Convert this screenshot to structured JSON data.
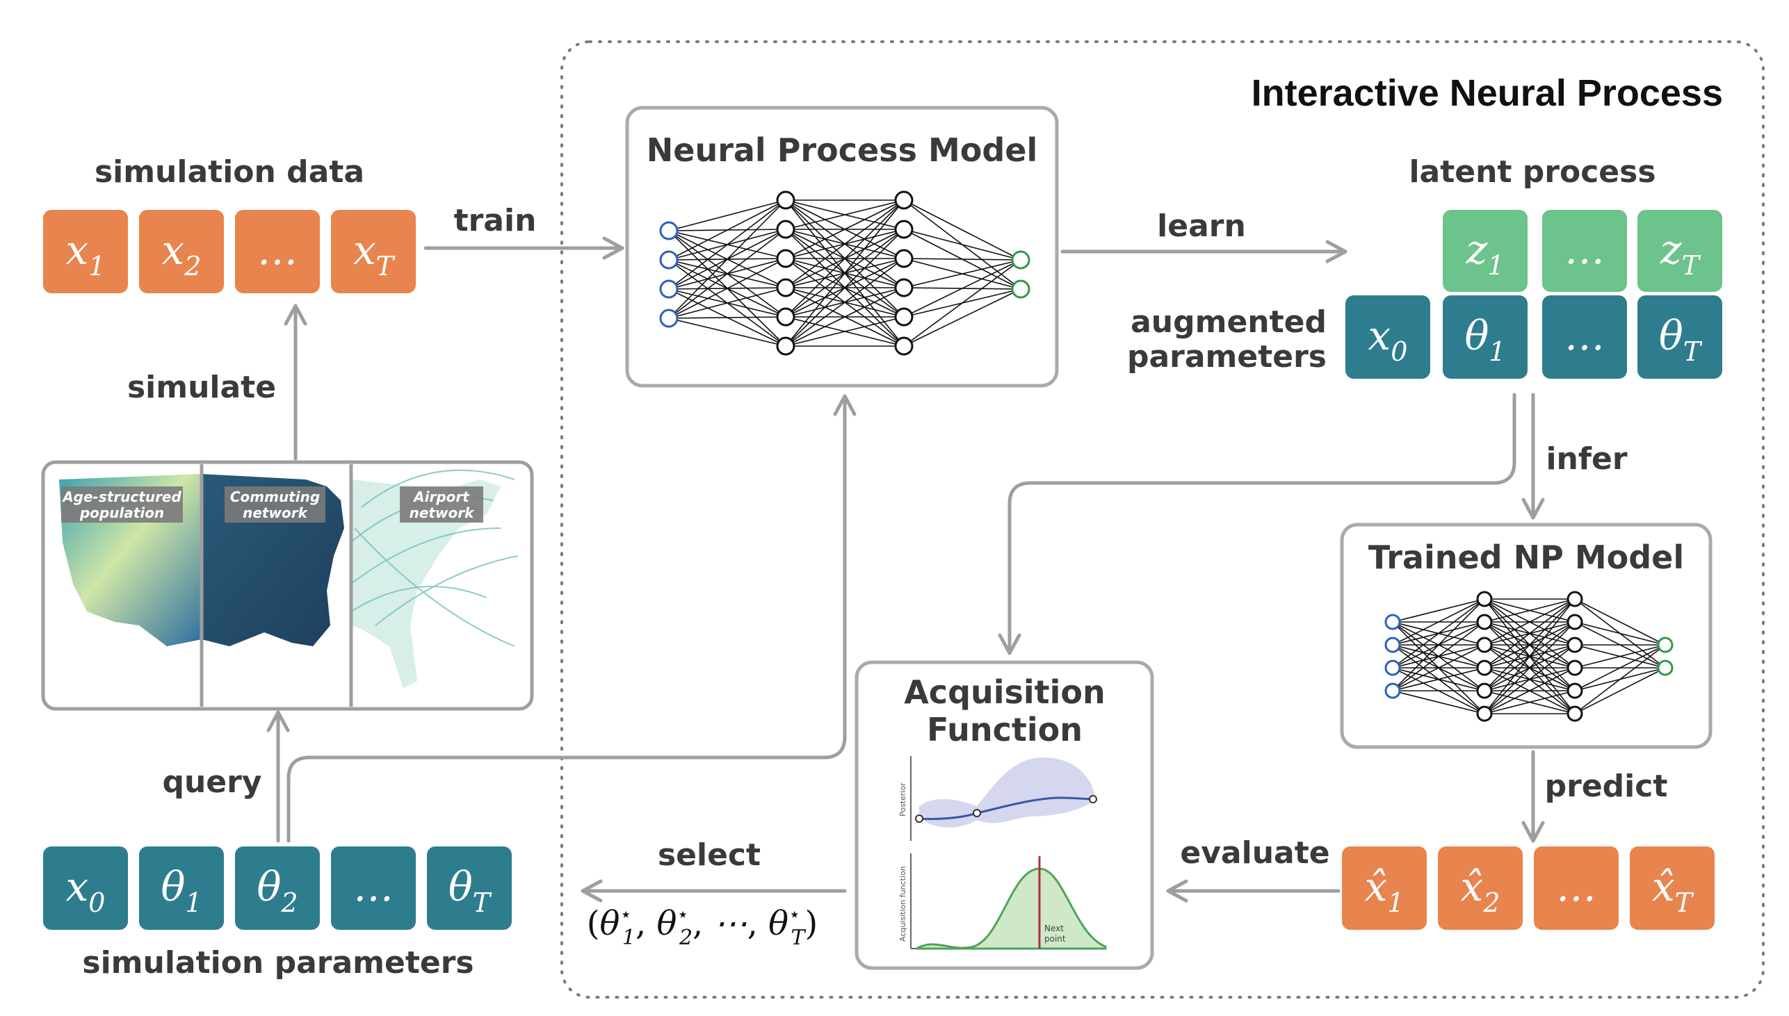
{
  "title": "Interactive Neural Process",
  "colors": {
    "orange": "#E8844D",
    "teal": "#2E7D8F",
    "green": "#6CC38B",
    "border": "#A9A9A9",
    "arrow": "#9E9E9E",
    "text": "#3A3A3A",
    "input_node": "#2B5FBF",
    "output_node": "#2E9A4A"
  },
  "simulation_data": {
    "label": "simulation data",
    "boxes": [
      {
        "base": "x",
        "sub": "1"
      },
      {
        "base": "x",
        "sub": "2"
      },
      {
        "base": "…",
        "sub": ""
      },
      {
        "base": "x",
        "sub": "T"
      }
    ]
  },
  "simulation_parameters": {
    "label": "simulation parameters",
    "boxes": [
      {
        "base": "x",
        "sub": "0"
      },
      {
        "base": "θ",
        "sub": "1"
      },
      {
        "base": "θ",
        "sub": "2"
      },
      {
        "base": "…",
        "sub": ""
      },
      {
        "base": "θ",
        "sub": "T"
      }
    ]
  },
  "latent_process": {
    "label": "latent process",
    "boxes": [
      {
        "base": "z",
        "sub": "1"
      },
      {
        "base": "…",
        "sub": ""
      },
      {
        "base": "z",
        "sub": "T"
      }
    ]
  },
  "augmented_parameters": {
    "label_line1": "augmented",
    "label_line2": "parameters",
    "boxes": [
      {
        "base": "x",
        "sub": "0"
      },
      {
        "base": "θ",
        "sub": "1"
      },
      {
        "base": "…",
        "sub": ""
      },
      {
        "base": "θ",
        "sub": "T"
      }
    ]
  },
  "predictions": {
    "boxes": [
      {
        "base": "x̂",
        "sub": "1"
      },
      {
        "base": "x̂",
        "sub": "2"
      },
      {
        "base": "…",
        "sub": ""
      },
      {
        "base": "x̂",
        "sub": "T"
      }
    ]
  },
  "np_model": {
    "title": "Neural Process Model"
  },
  "trained_model": {
    "title": "Trained NP Model"
  },
  "acquisition": {
    "title_line1": "Acquisition",
    "title_line2": "Function",
    "posterior_label": "Posterior",
    "acq_label": "Acquisition function",
    "next_point_line1": "Next",
    "next_point_line2": "point"
  },
  "simulator_map": {
    "panels": [
      {
        "label_line1": "Age-structured",
        "label_line2": "population"
      },
      {
        "label_line1": "Commuting",
        "label_line2": "network"
      },
      {
        "label_line1": "Airport",
        "label_line2": "network"
      }
    ]
  },
  "arrows": {
    "train": "train",
    "learn": "learn",
    "simulate": "simulate",
    "infer": "infer",
    "predict": "predict",
    "evaluate": "evaluate",
    "select": "select",
    "query": "query"
  },
  "selected_set": {
    "open": "(",
    "items": [
      {
        "base": "θ",
        "sup": "⋆",
        "sub": "1"
      },
      {
        "base": "θ",
        "sup": "⋆",
        "sub": "2"
      },
      {
        "base": "⋯",
        "sup": "",
        "sub": ""
      },
      {
        "base": "θ",
        "sup": "⋆",
        "sub": "T"
      }
    ],
    "sep": ",",
    "close": ")"
  }
}
